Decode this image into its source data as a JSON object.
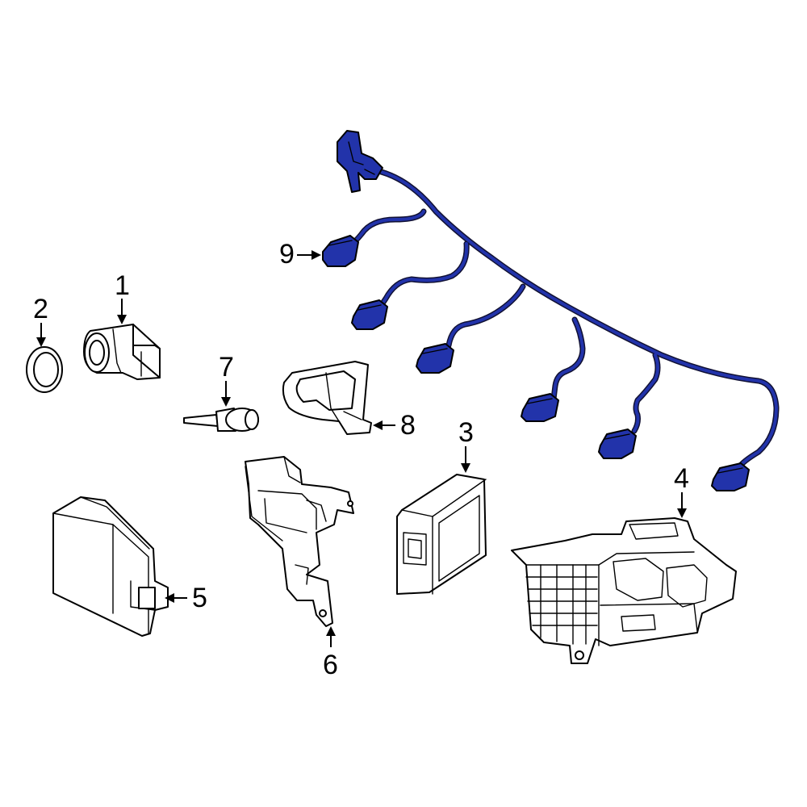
{
  "callouts": {
    "c1": "1",
    "c2": "2",
    "c3": "3",
    "c4": "4",
    "c5": "5",
    "c6": "6",
    "c7": "7",
    "c8": "8",
    "c9": "9"
  },
  "colors": {
    "harness": "#2233aa",
    "harness_outline": "#111133",
    "line": "#000000",
    "background": "#ffffff"
  }
}
